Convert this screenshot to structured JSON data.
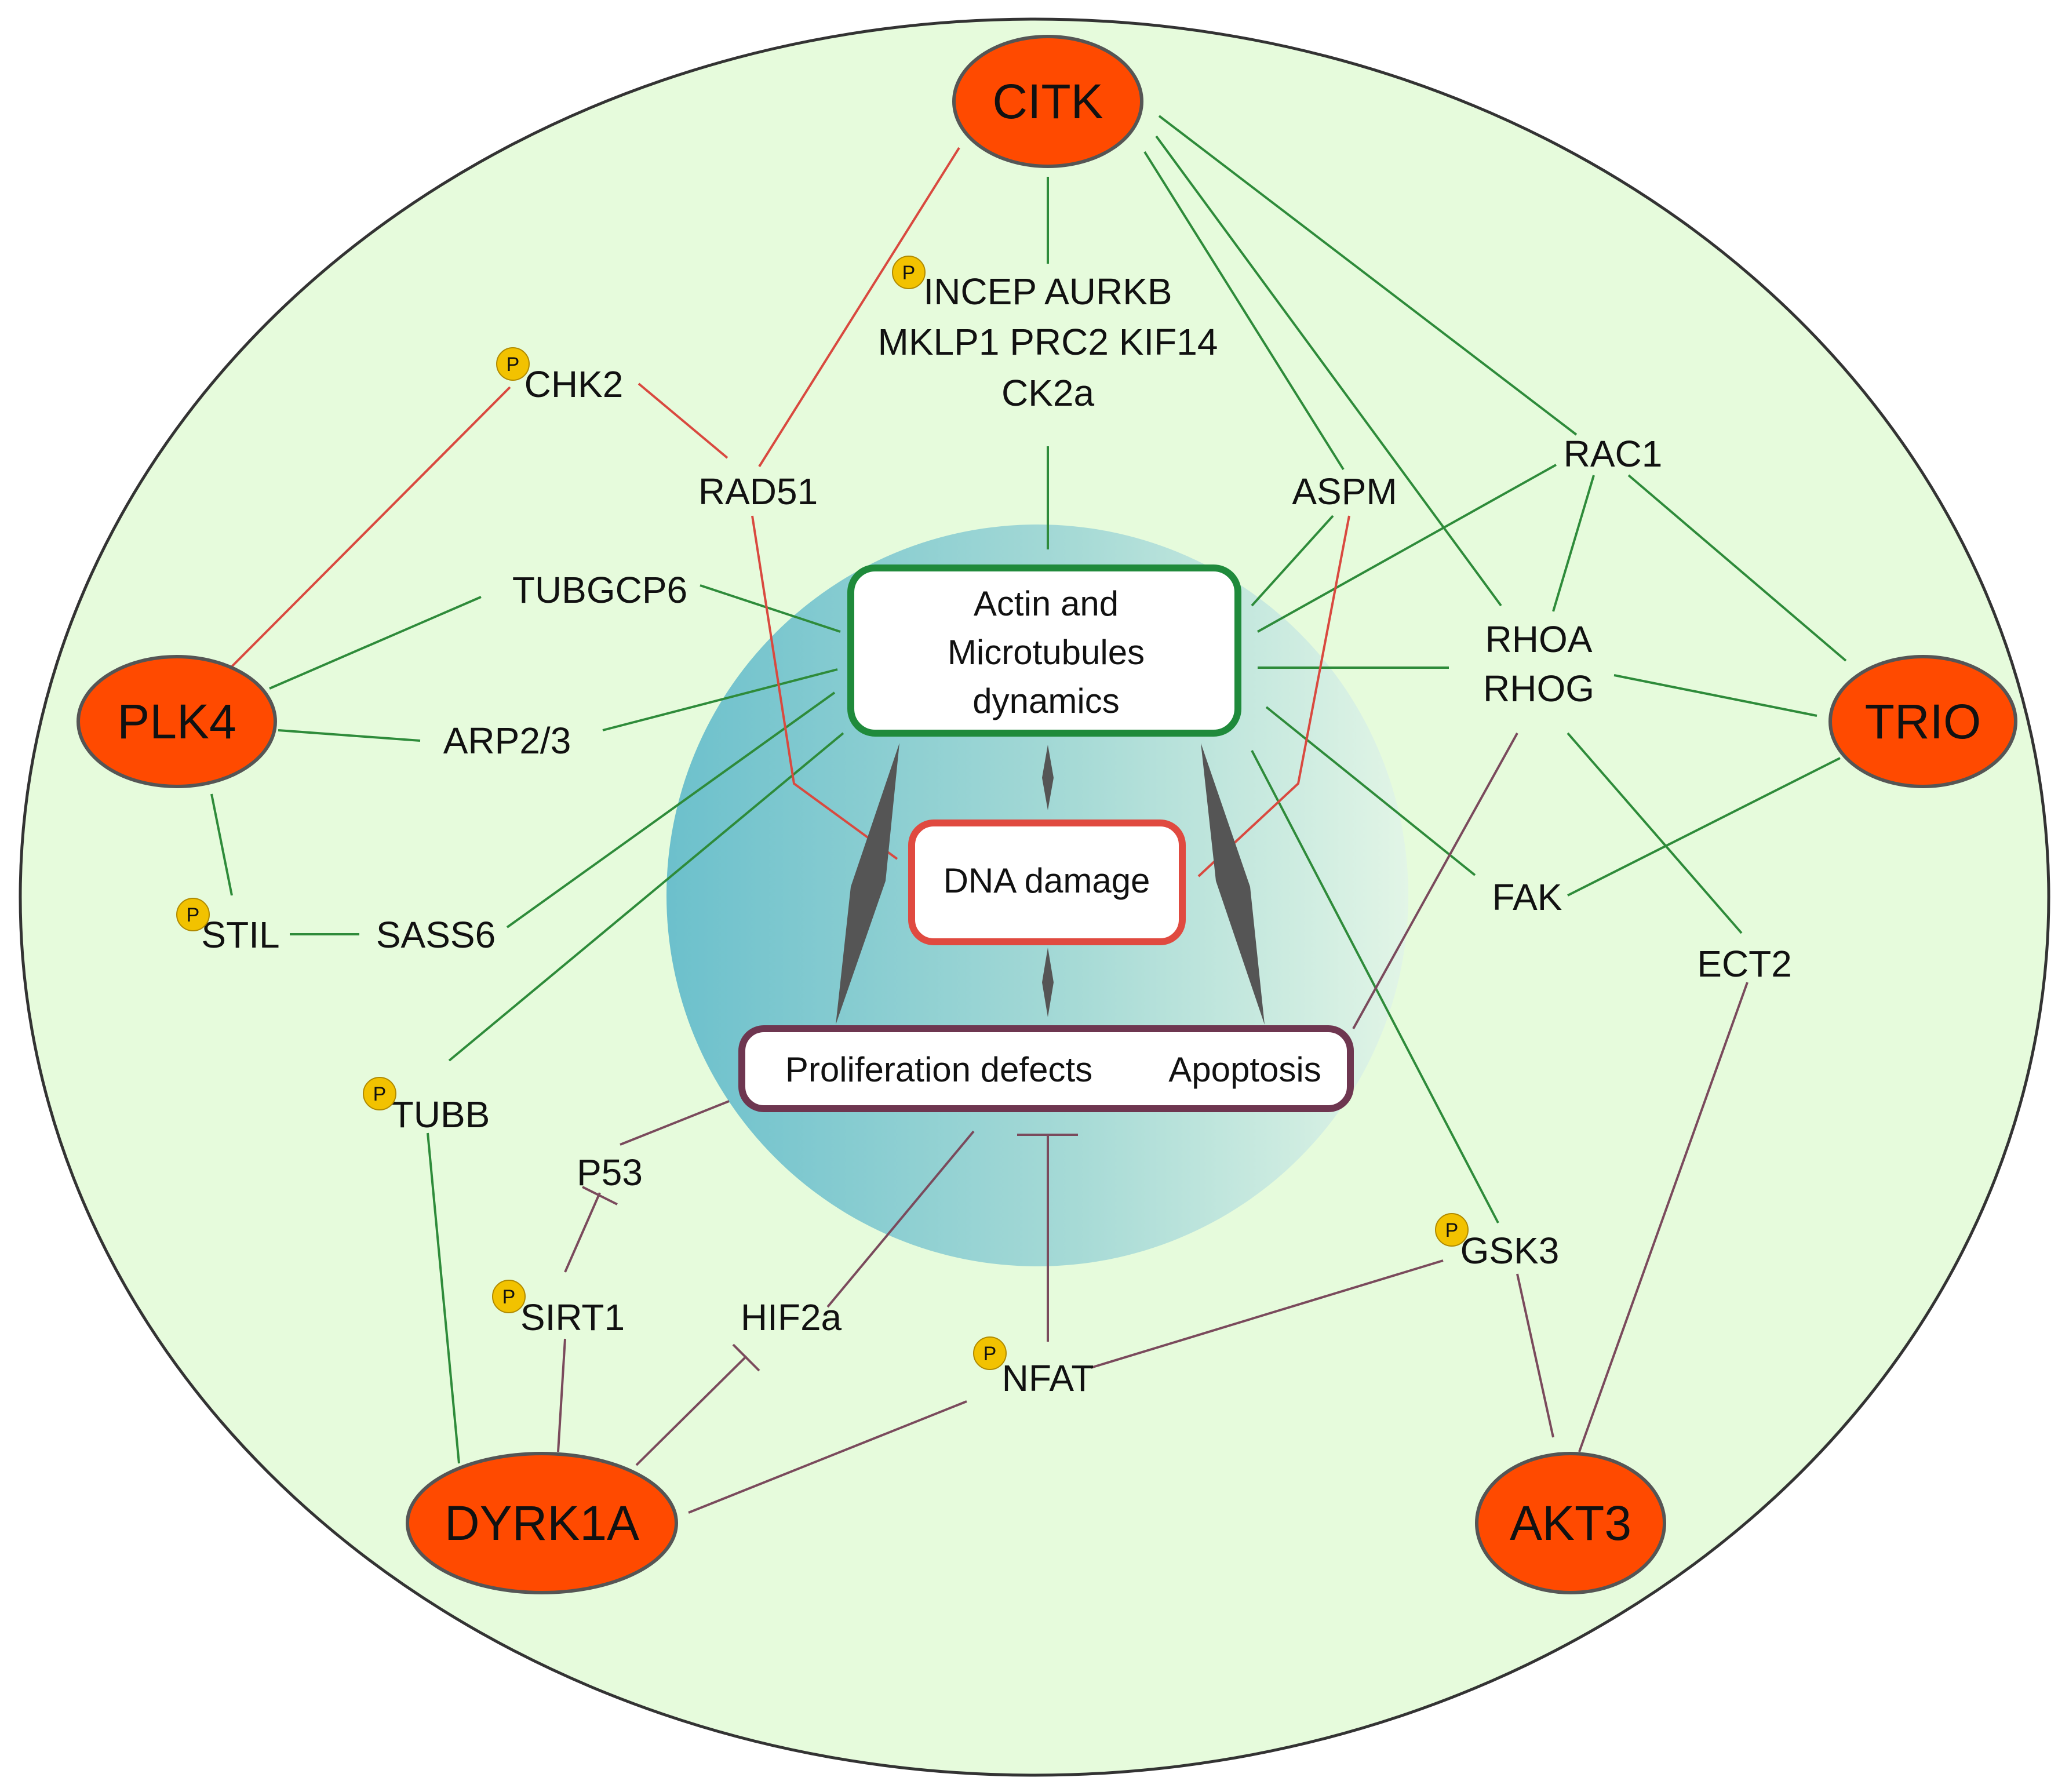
{
  "colors": {
    "cell_fill": "#e6fbdc",
    "nucleus_fill": "#7cc7d0",
    "hub_fill": "#ff4a00",
    "green_link": "#2e8b3a",
    "red_link": "#d9493f",
    "purple_link": "#7a4a5c",
    "box_green": "#1f8a3b",
    "box_red": "#e04a40",
    "box_purple": "#6e3650",
    "phospho_badge": "#f2c200",
    "diamond": "#555555"
  },
  "hubs": {
    "citk": "CITK",
    "plk4": "PLK4",
    "trio": "TRIO",
    "dyrk1a": "DYRK1A",
    "akt3": "AKT3"
  },
  "boxes": {
    "actin_line1": "Actin and",
    "actin_line2": "Microtubules",
    "actin_line3": "dynamics",
    "dna_damage": "DNA damage",
    "proliferation": "Proliferation defects",
    "apoptosis": "Apoptosis"
  },
  "proteins": {
    "incep_line1": "INCEP AURKB",
    "incep_line2": "MKLP1 PRC2 KIF14",
    "incep_line3": "CK2a",
    "chk2": "CHK2",
    "rad51": "RAD51",
    "aspm": "ASPM",
    "rac1": "RAC1",
    "tubgcp6": "TUBGCP6",
    "arp23": "ARP2/3",
    "rhoa": "RHOA",
    "rhog": "RHOG",
    "fak": "FAK",
    "ect2": "ECT2",
    "stil": "STIL",
    "sass6": "SASS6",
    "tubb": "TUBB",
    "p53": "P53",
    "sirt1": "SIRT1",
    "hif2a": "HIF2a",
    "nfat": "NFAT",
    "gsk3": "GSK3"
  },
  "phospho_label": "P"
}
